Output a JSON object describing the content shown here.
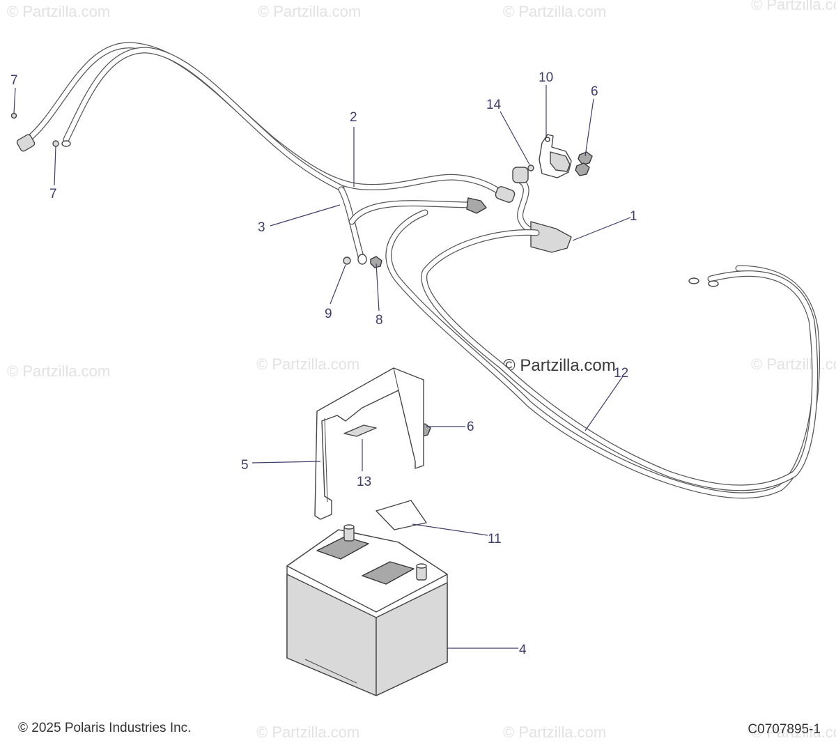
{
  "watermark": "© Partzilla.com",
  "watermark_center": "© Partzilla.com",
  "callouts": {
    "c1": "1",
    "c2": "2",
    "c3": "3",
    "c4": "4",
    "c5": "5",
    "c6a": "6",
    "c6b": "6",
    "c7a": "7",
    "c7b": "7",
    "c8": "8",
    "c9": "9",
    "c10": "10",
    "c11": "11",
    "c12": "12",
    "c13": "13",
    "c14": "14"
  },
  "footer": {
    "copyright": "© 2025 Polaris Industries Inc.",
    "diagram_id": "C0707895-1"
  },
  "colors": {
    "callout": "#3d3d6e",
    "line": "#444444",
    "watermark": "#e2e2e2"
  }
}
